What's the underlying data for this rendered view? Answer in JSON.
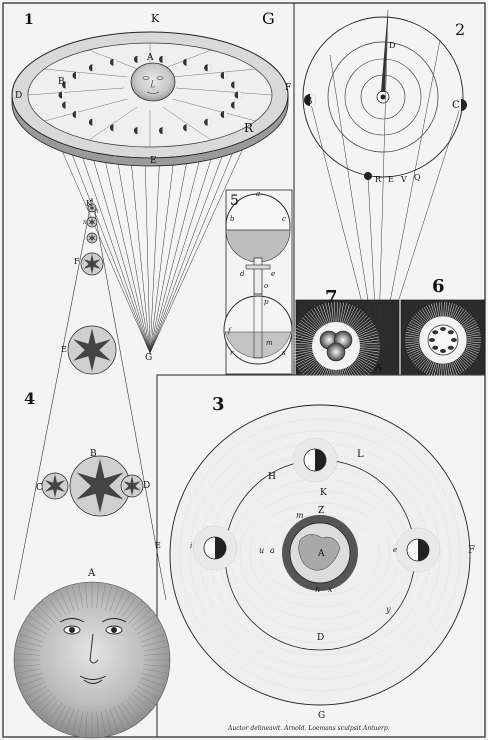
{
  "figure_numbers": {
    "fig1": "1",
    "fig2": "2",
    "fig3": "3",
    "fig4": "4",
    "fig5": "5",
    "fig6": "6",
    "fig7": "7"
  },
  "fig1_labels": {
    "k": "K",
    "g": "G",
    "d": "D",
    "f": "F",
    "a": "A",
    "b": "B",
    "e": "E",
    "g_apex": "G",
    "r": "R"
  },
  "fig2_labels": {
    "b": "B",
    "c": "C",
    "d": "D",
    "r": "R",
    "e": "E",
    "v": "V",
    "q": "Q",
    "a": "A"
  },
  "fig3_labels": {
    "l": "L",
    "h": "H",
    "k": "K",
    "z": "Z",
    "f": "F",
    "d": "D",
    "g": "G",
    "a_center": "A",
    "u": "u",
    "a": "a",
    "x": "x",
    "n": "n",
    "m": "m",
    "y": "y",
    "i": "i",
    "e": "e"
  },
  "fig4_labels": {
    "k": "K",
    "f": "F",
    "e": "E",
    "b": "B",
    "c": "C",
    "d": "D",
    "e_right": "E",
    "a": "A",
    "h": "h",
    "n": "n"
  },
  "fig5_labels": {
    "a": "a",
    "b": "b",
    "c": "c",
    "d": "d",
    "e": "e",
    "o": "o",
    "p": "p",
    "r": "r",
    "s": "s",
    "f": "f",
    "m": "m"
  },
  "credit": "Auctor delineavit.   Arnold. Loemans sculpsit Antuerp."
}
